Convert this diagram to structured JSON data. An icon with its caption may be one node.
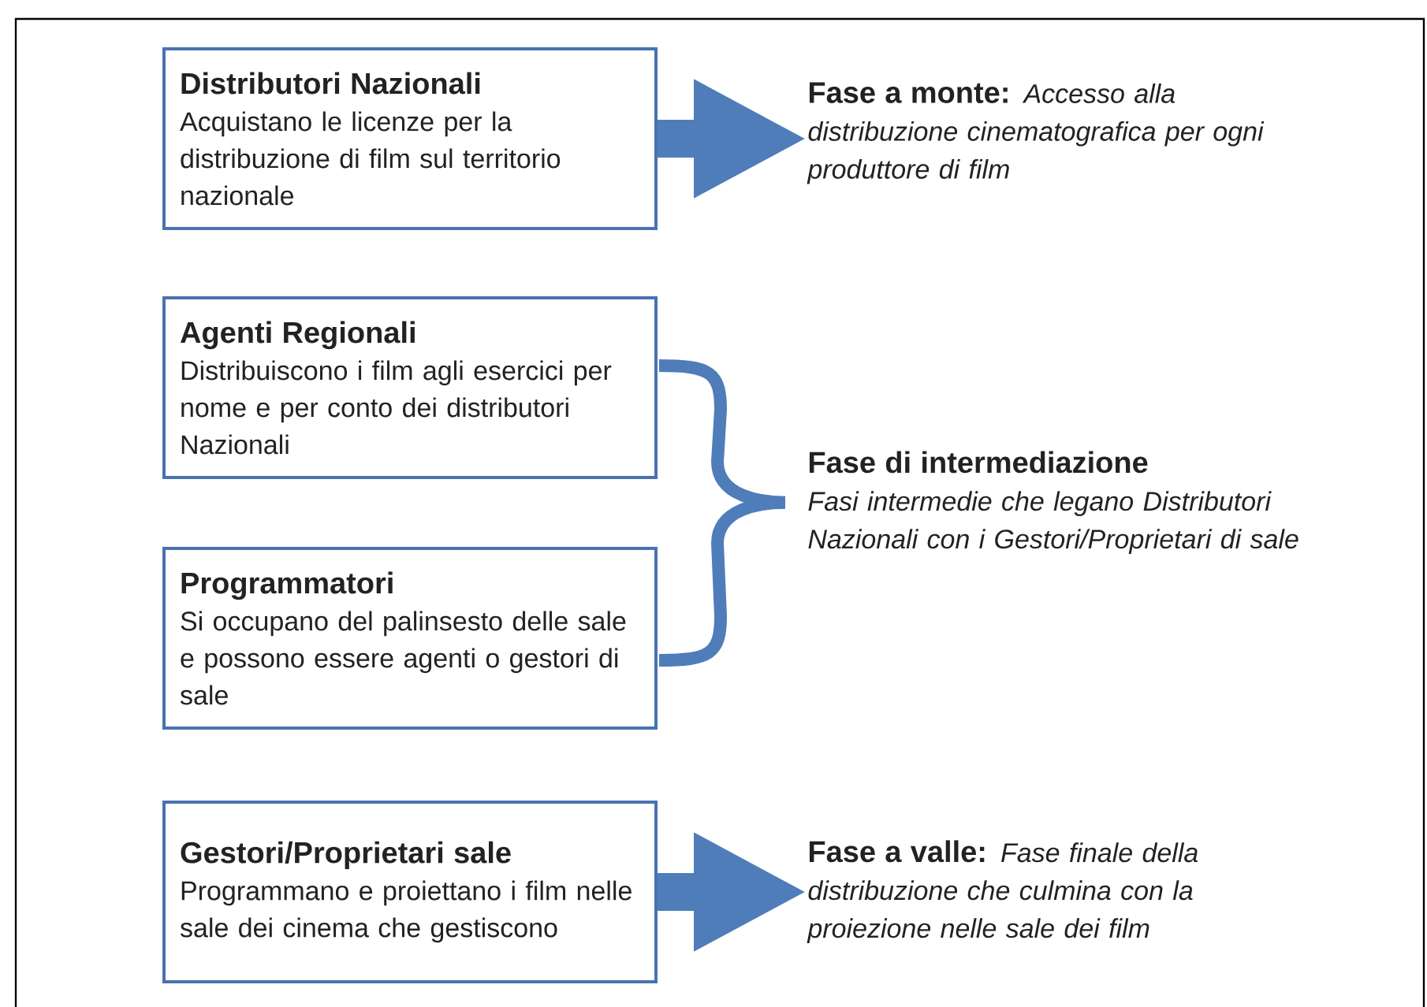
{
  "diagram": {
    "nodes": [
      {
        "text": [
          "Distributori Nazionali",
          "Acquistano le licenze per la distribuzione di film sul territorio nazionale"
        ]
      },
      {
        "text": [
          "Agenti Regionali",
          "Distribuiscono i film agli esercici per nome e per conto dei distributori Nazionali"
        ]
      },
      {
        "text": [
          "Programmatori",
          "Si occupano del palinsesto delle sale e possono essere agenti o gestori di sale"
        ]
      },
      {
        "text": [
          "Gestori/Proprietari sale",
          "Programmano e proiettano i film nelle sale dei cinema che gestiscono"
        ]
      },
      {
        "text": [
          "Fase a monte:",
          "Accesso alla distribuzione cinematografica per ogni produttore di film"
        ]
      },
      {
        "text": [
          "Fase di intermediazione",
          "Fasi intermedie che legano Distributori Nazionali con i Gestori/Proprietari di sale"
        ]
      },
      {
        "text": [
          "Fase a valle:",
          "Fase finale della distribuzione che culmina con la proiezione nelle sale dei film"
        ]
      }
    ],
    "edges": [
      {
        "from": 0,
        "to": 4,
        "arrow": "to",
        "style": "thick"
      },
      {
        "from": 1,
        "to": 5,
        "arrow": "none"
      },
      {
        "from": 2,
        "to": 5,
        "arrow": "none"
      },
      {
        "from": 3,
        "to": 6,
        "arrow": "to",
        "style": "thick"
      }
    ]
  }
}
